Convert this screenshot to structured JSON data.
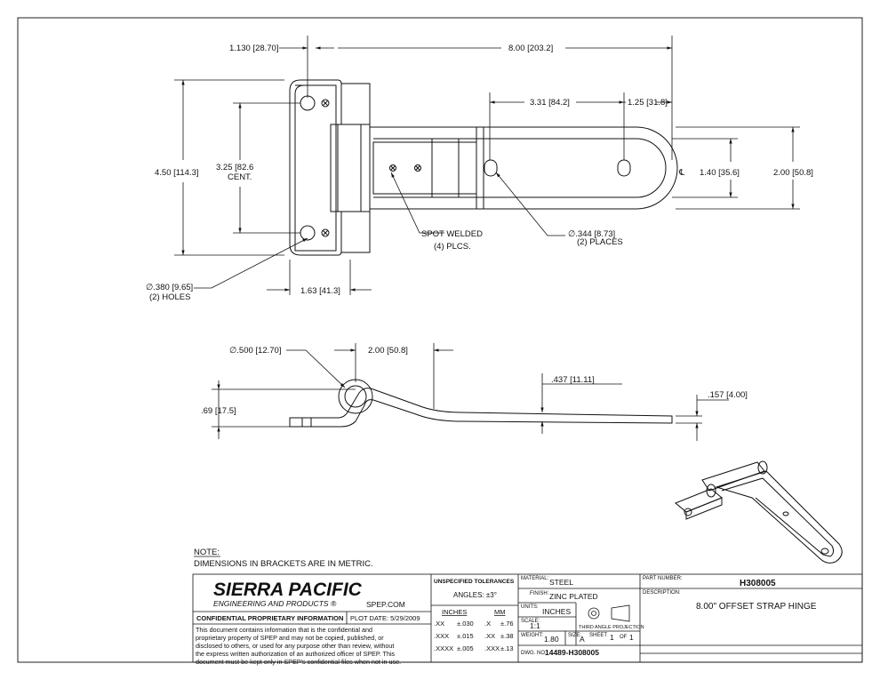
{
  "top_view": {
    "dim_left_offset": "1.130",
    "dim_left_offset_mm": "28.70",
    "dim_overall": "8.00",
    "dim_overall_mm": "203.2",
    "dim_hole_spacing": "3.31",
    "dim_hole_spacing_mm": "84.2",
    "dim_end_to_hole": "1.25",
    "dim_end_to_hole_mm": "31.8",
    "dim_height": "4.50",
    "dim_height_mm": "114.3",
    "dim_center": "3.25",
    "dim_center_mm": "82.6",
    "dim_center_note": "CENT.",
    "dim_strap_inner": "1.40",
    "dim_strap_inner_mm": "35.6",
    "dim_strap_width": "2.00",
    "dim_strap_width_mm": "50.8",
    "centerline_symbol": "℄",
    "spot_weld_line1": "SPOT WELDED",
    "spot_weld_line2": "(4) PLCS.",
    "strap_hole_dia": "∅.344",
    "strap_hole_dia_mm": "8.73",
    "strap_hole_qty": "(2) PLACES",
    "leaf_hole_dia": "∅.380",
    "leaf_hole_dia_mm": "9.65",
    "leaf_hole_qty": "(2) HOLES",
    "dim_knuckle": "1.63",
    "dim_knuckle_mm": "41.3"
  },
  "side_view": {
    "pin_dia": "∅.500",
    "pin_dia_mm": "12.70",
    "dim_offset_len": "2.00",
    "dim_offset_len_mm": "50.8",
    "dim_offset_height": ".437",
    "dim_offset_height_mm": "11.11",
    "dim_thickness": ".157",
    "dim_thickness_mm": "4.00",
    "dim_knuckle_height": ".69",
    "dim_knuckle_height_mm": "17.5"
  },
  "note": {
    "heading": "NOTE:",
    "text": "DIMENSIONS IN BRACKETS ARE IN METRIC."
  },
  "title_block": {
    "company": "SIERRA PACIFIC",
    "company_sub": "ENGINEERING AND PRODUCTS",
    "registered": "®",
    "website": "SPEP.COM",
    "confidential_label": "CONFIDENTIAL PROPRIETARY INFORMATION",
    "plot_date": "PLOT DATE: 5/29/2009",
    "disclaimer": [
      "This document contains information that is the confidential and",
      "proprietary property of SPEP and may not be copied, published, or",
      "disclosed to others, or used for any purpose  other than review, without",
      "the express written authorization of an authorized officer of SPEP. This",
      "document must be kept only in SPEP's confidential files when not in use."
    ],
    "tolerances_title": "UNSPECIFIED TOLERANCES",
    "angles": "ANGLES: ±3°",
    "col_inches": "INCHES",
    "col_mm": "MM",
    "tolerances": [
      {
        "in_fmt": ".XX",
        "in_tol": "±.030",
        "mm_fmt": ".X",
        "mm_tol": "±.76"
      },
      {
        "in_fmt": ".XXX",
        "in_tol": "±.015",
        "mm_fmt": ".XX",
        "mm_tol": "±.38"
      },
      {
        "in_fmt": ".XXXX",
        "in_tol": "±.005",
        "mm_fmt": ".XXX",
        "mm_tol": "±.13"
      }
    ],
    "material_label": "MATERIAL:",
    "material": "STEEL",
    "finish_label": "FINISH:",
    "finish": "ZINC PLATED",
    "units_label": "UNITS:",
    "units": "INCHES",
    "scale_label": "SCALE:",
    "scale": "1:1",
    "projection": "THIRD ANGLE PROJECTION",
    "weight_label": "WEIGHT:",
    "weight": "1.80",
    "size_label": "SIZE:",
    "size": "A",
    "sheet_label": "SHEET",
    "sheet": "1",
    "of_label": "OF",
    "sheet_total": "1",
    "dwg_label": "DWG. NO.",
    "dwg_no": "14489-H308005",
    "part_label": "PART NUMBER:",
    "part_number": "H308005",
    "desc_label": "DESCRIPTION:",
    "description": "8.00\" OFFSET STRAP HINGE"
  }
}
